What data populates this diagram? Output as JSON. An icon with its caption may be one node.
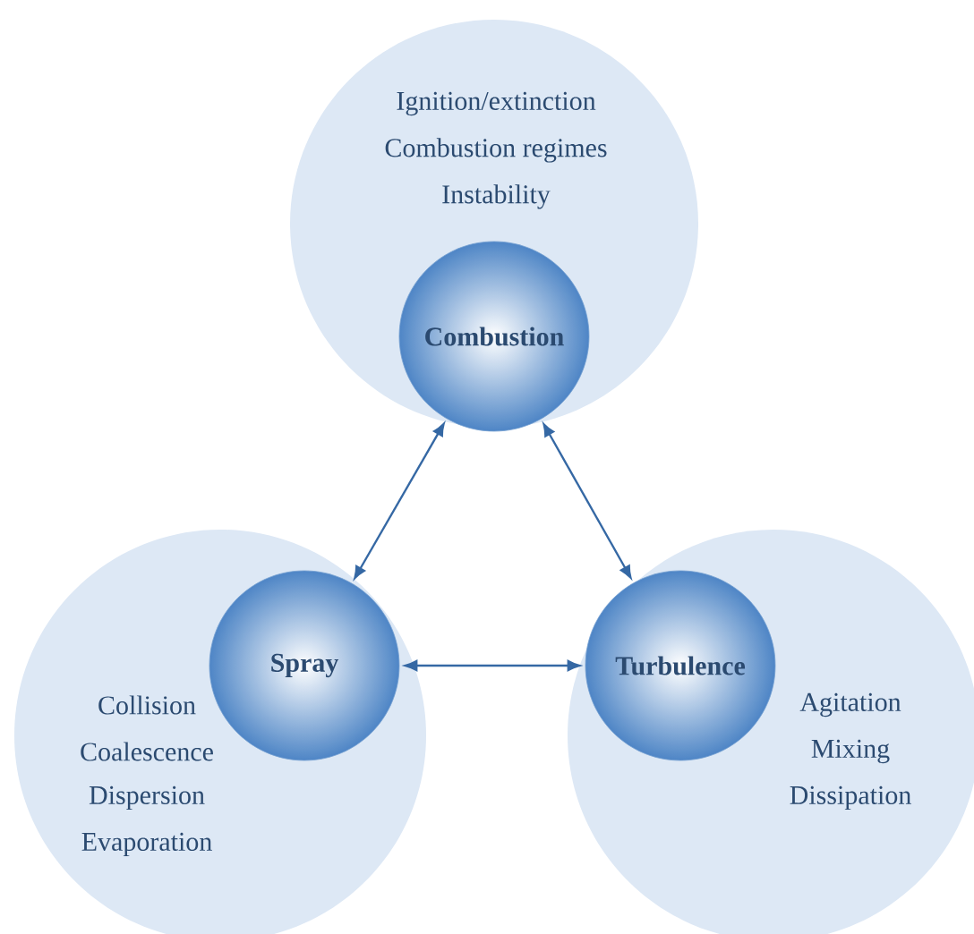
{
  "diagram": {
    "nodes": [
      {
        "text": [
          "Ignition/extinction",
          "Combustion regimes",
          "Instability"
        ]
      },
      {
        "text": [
          "Combustion"
        ],
        "in": 0
      },
      {
        "text": [
          "Collision",
          "Coalescence",
          "Dispersion",
          "Evaporation"
        ]
      },
      {
        "text": [
          "Spray"
        ],
        "in": 2
      },
      {
        "text": [
          "Agitation",
          "Mixing",
          "Dissipation"
        ]
      },
      {
        "text": [
          "Turbulence"
        ],
        "in": 4
      }
    ],
    "edges": [
      {
        "from": 1,
        "to": 3,
        "arrow": "both"
      },
      {
        "from": 1,
        "to": 5,
        "arrow": "both"
      },
      {
        "from": 3,
        "to": 5,
        "arrow": "both"
      }
    ]
  }
}
